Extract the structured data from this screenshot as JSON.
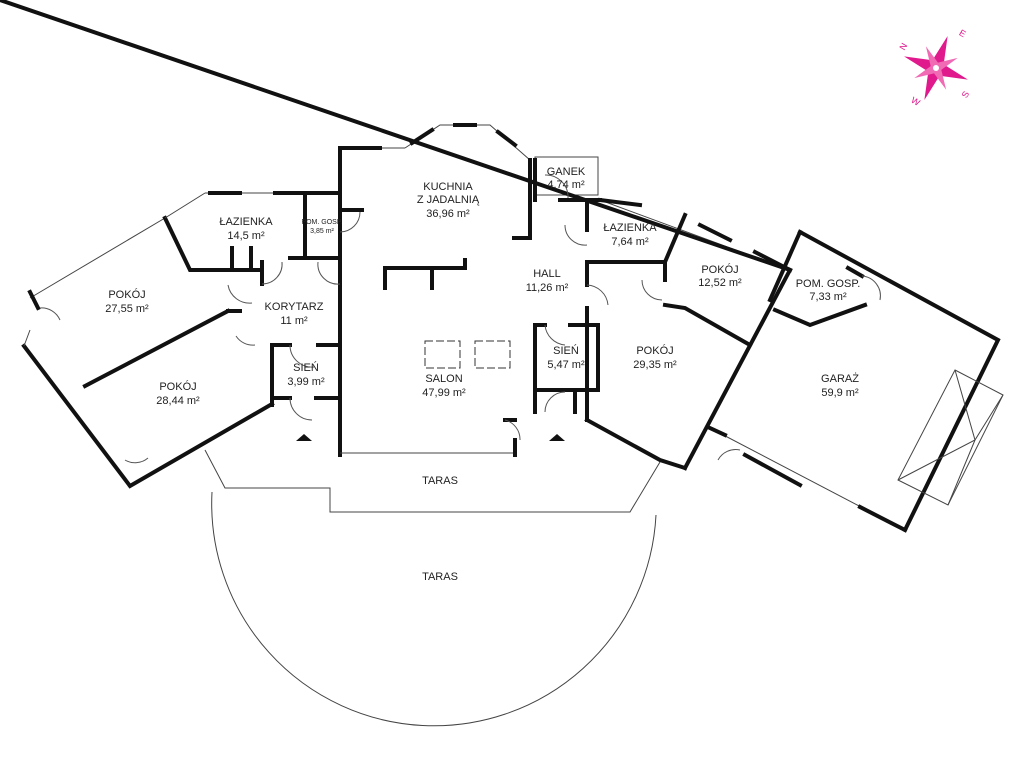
{
  "compass": {
    "n": "N",
    "e": "E",
    "s": "S",
    "w": "W",
    "color": "#e0198c"
  },
  "rooms": {
    "lazienka1": {
      "name": "ŁAZIENKA",
      "area": "14,5 m²"
    },
    "pom_gosp1": {
      "name": "POM. GOSP.",
      "area": "3,85 m²"
    },
    "kuchnia": {
      "name": "KUCHNIA",
      "name2": "Z JADALNIĄ",
      "area": "36,96 m²"
    },
    "ganek": {
      "name": "GANEK",
      "area": "4,74 m²"
    },
    "lazienka2": {
      "name": "ŁAZIENKA",
      "area": "7,64 m²"
    },
    "pokoj1": {
      "name": "POKÓJ",
      "area": "27,55 m²"
    },
    "korytarz": {
      "name": "KORYTARZ",
      "area": "11 m²"
    },
    "hall": {
      "name": "HALL",
      "area": "11,26 m²"
    },
    "pokoj2": {
      "name": "POKÓJ",
      "area": "12,52 m²"
    },
    "pom_gosp2": {
      "name": "POM. GOSP.",
      "area": "7,33 m²"
    },
    "sien1": {
      "name": "SIEŃ",
      "area": "3,99 m²"
    },
    "sien2": {
      "name": "SIEŃ",
      "area": "5,47 m²"
    },
    "pokoj3": {
      "name": "POKÓJ",
      "area": "28,44 m²"
    },
    "salon": {
      "name": "SALON",
      "area": "47,99 m²"
    },
    "pokoj4": {
      "name": "POKÓJ",
      "area": "29,35 m²"
    },
    "garaz": {
      "name": "GARAŻ",
      "area": "59,9 m²"
    },
    "taras1": {
      "name": "TARAS"
    },
    "taras2": {
      "name": "TARAS"
    }
  }
}
